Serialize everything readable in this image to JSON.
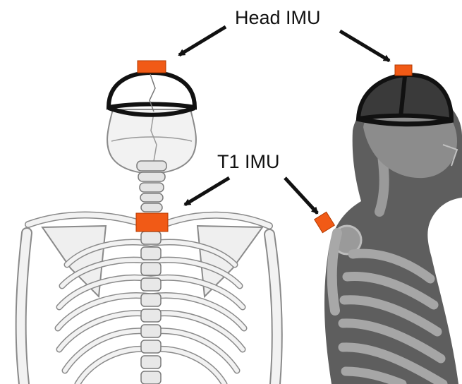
{
  "labels": {
    "head_imu": "Head IMU",
    "t1_imu": "T1 IMU"
  },
  "colors": {
    "imu_sensor": "#f15a16",
    "cap_band": "#111111",
    "bone_fill": "#f2f2f2",
    "bone_line": "#8a8a8a",
    "lateral_body": "#5e5e5e",
    "lateral_bone": "#9a9a9a",
    "arrow": "#111111"
  },
  "icons": {
    "posterior_view": "skeleton-posterior-view",
    "lateral_view": "skeleton-lateral-view",
    "sensor": "imu-sensor-block"
  }
}
